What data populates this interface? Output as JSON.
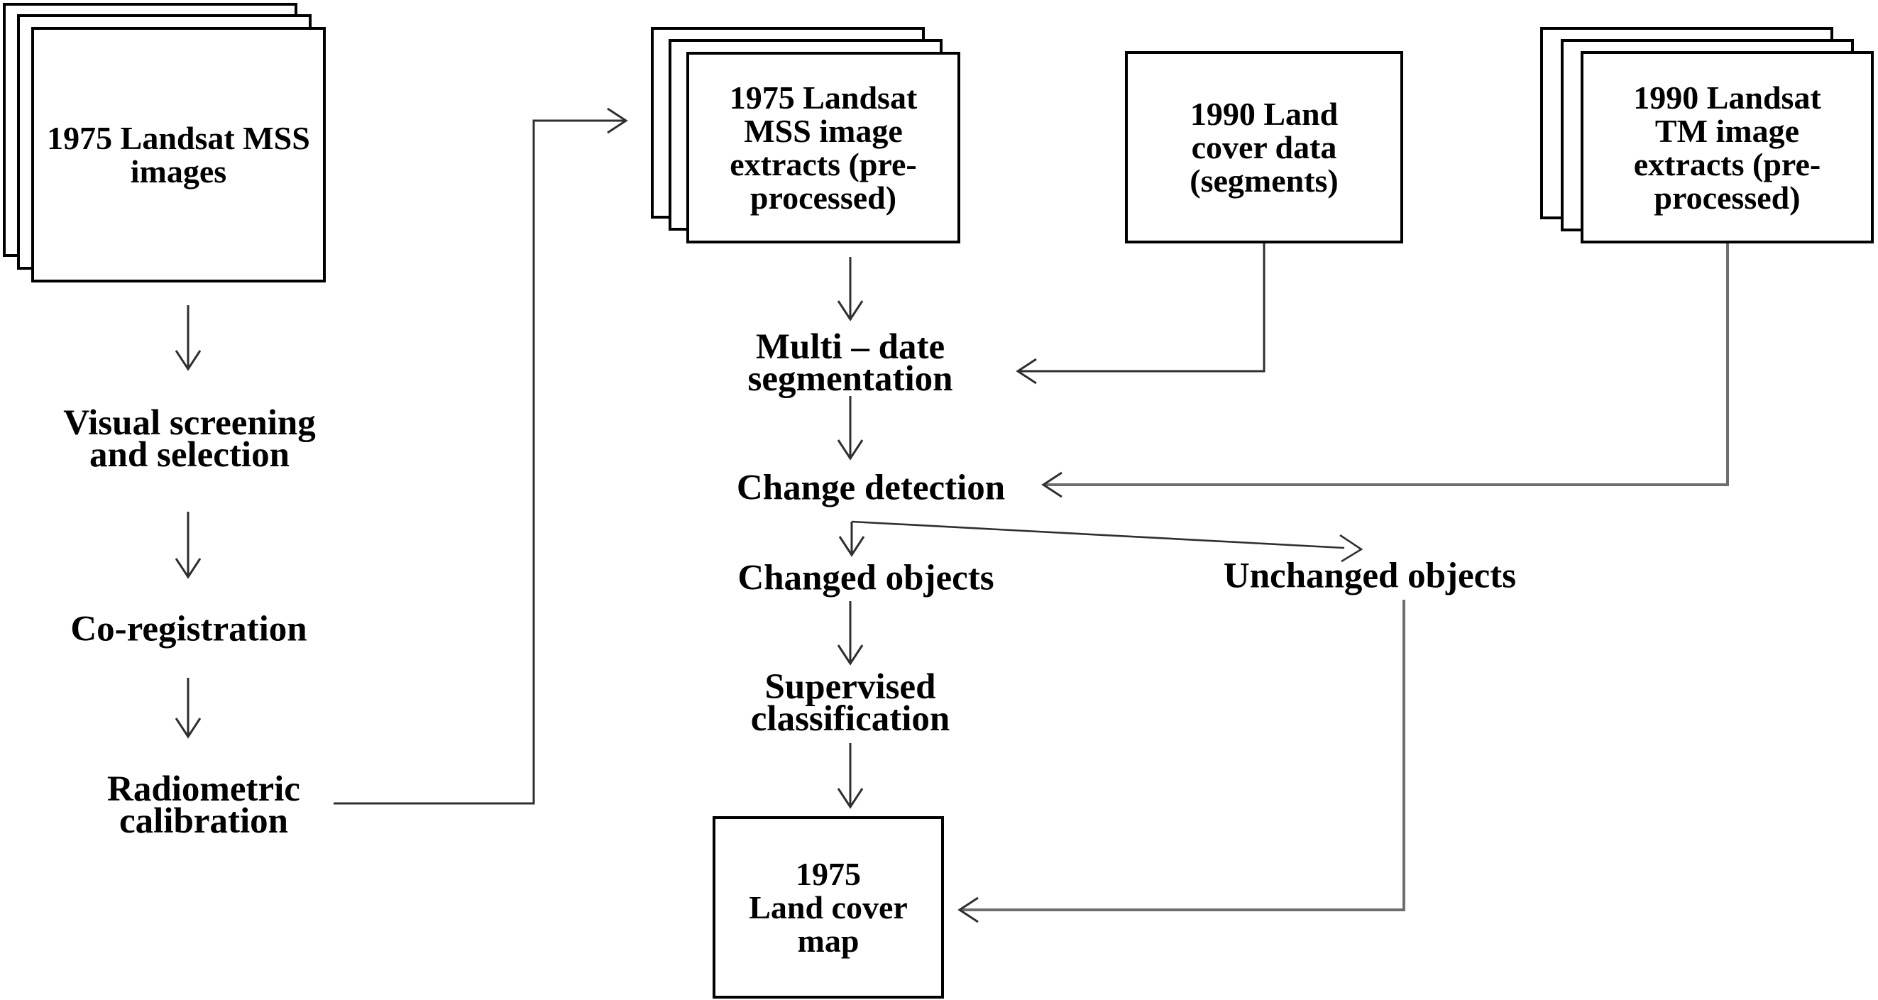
{
  "diagram": {
    "kind": "flowchart",
    "colors": {
      "background": "#ffffff",
      "box_border": "#000000",
      "text": "#000000",
      "connector": "#2f2f2f",
      "connector_gray": "#6e6e6e"
    },
    "nodes": {
      "mss_images": {
        "lines": [
          "1975 Landsat MSS",
          "images"
        ]
      },
      "visual_screening": {
        "lines": [
          "Visual screening",
          "and selection"
        ]
      },
      "co_registration": {
        "lines": [
          "Co-registration"
        ]
      },
      "radiometric_calibration": {
        "lines": [
          "Radiometric",
          "calibration"
        ]
      },
      "mss_extracts": {
        "lines": [
          "1975 Landsat",
          "MSS image",
          "extracts (pre-",
          "processed)"
        ]
      },
      "land_cover_1990": {
        "lines": [
          "1990 Land",
          "cover data",
          "(segments)"
        ]
      },
      "tm_extracts": {
        "lines": [
          "1990 Landsat",
          "TM image",
          "extracts (pre-",
          "processed)"
        ]
      },
      "multi_date_segmentation": {
        "lines": [
          "Multi – date",
          "segmentation"
        ]
      },
      "change_detection": {
        "lines": [
          "Change detection"
        ]
      },
      "changed_objects": {
        "lines": [
          "Changed objects"
        ]
      },
      "unchanged_objects": {
        "lines": [
          "Unchanged objects"
        ]
      },
      "supervised_classification": {
        "lines": [
          "Supervised",
          "classification"
        ]
      },
      "land_cover_map_1975": {
        "lines": [
          "1975",
          "Land cover",
          "map"
        ]
      }
    },
    "edges": [
      "mss_images -> visual_screening",
      "visual_screening -> co_registration",
      "co_registration -> radiometric_calibration",
      "radiometric_calibration -> mss_extracts",
      "mss_extracts -> multi_date_segmentation",
      "land_cover_1990 -> multi_date_segmentation",
      "multi_date_segmentation -> change_detection",
      "tm_extracts -> change_detection",
      "change_detection -> changed_objects",
      "change_detection -> unchanged_objects",
      "changed_objects -> supervised_classification",
      "supervised_classification -> land_cover_map_1975",
      "unchanged_objects -> land_cover_map_1975"
    ]
  }
}
